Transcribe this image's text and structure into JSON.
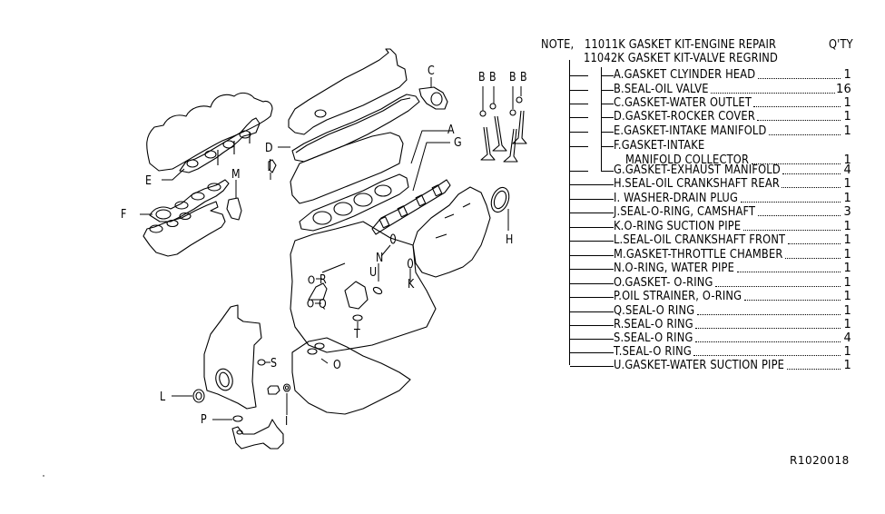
{
  "header": {
    "note_prefix": "NOTE,",
    "kit_main": "11011K GASKET KIT-ENGINE REPAIR",
    "qty_label": "Q'TY",
    "kit_sub": "11042K GASKET KIT-VALVE REGRIND"
  },
  "parts": [
    {
      "key": "A",
      "name": "A.GASKET CLYINDER HEAD",
      "qty": "1",
      "group": "sub"
    },
    {
      "key": "B",
      "name": "B.SEAL-OIL VALVE",
      "qty": "16",
      "group": "sub"
    },
    {
      "key": "C",
      "name": "C.GASKET-WATER OUTLET",
      "qty": "1",
      "group": "sub"
    },
    {
      "key": "D",
      "name": "D.GASKET-ROCKER COVER",
      "qty": "1",
      "group": "sub"
    },
    {
      "key": "E",
      "name": "E.GASKET-INTAKE MANIFOLD",
      "qty": "1",
      "group": "sub"
    },
    {
      "key": "F",
      "name": "F.GASKET-INTAKE",
      "name2": "MANIFOLD COLLECTOR",
      "qty": "1",
      "group": "sub"
    },
    {
      "key": "G",
      "name": "G.GASKET-EXHAUST MANIFOLD",
      "qty": "4",
      "group": "sub"
    },
    {
      "key": "H",
      "name": "H.SEAL-OIL CRANKSHAFT REAR",
      "qty": "1",
      "group": "main"
    },
    {
      "key": "I",
      "name": "I. WASHER-DRAIN PLUG",
      "qty": "1",
      "group": "main"
    },
    {
      "key": "J",
      "name": "J.SEAL-O-RING, CAMSHAFT",
      "qty": "3",
      "group": "main"
    },
    {
      "key": "K",
      "name": "K.O-RING SUCTION PIPE",
      "qty": "1",
      "group": "main"
    },
    {
      "key": "L",
      "name": "L.SEAL-OIL CRANKSHAFT FRONT",
      "qty": "1",
      "group": "main"
    },
    {
      "key": "M",
      "name": "M.GASKET-THROTTLE CHAMBER",
      "qty": "1",
      "group": "main"
    },
    {
      "key": "N",
      "name": "N.O-RING, WATER PIPE",
      "qty": "1",
      "group": "main"
    },
    {
      "key": "O",
      "name": "O.GASKET- O-RING",
      "qty": "1",
      "group": "main"
    },
    {
      "key": "P",
      "name": "P.OIL STRAINER, O-RING",
      "qty": "1",
      "group": "main"
    },
    {
      "key": "Q",
      "name": "Q.SEAL-O RING",
      "qty": "1",
      "group": "main"
    },
    {
      "key": "R",
      "name": "R.SEAL-O RING",
      "qty": "1",
      "group": "main"
    },
    {
      "key": "S",
      "name": "S.SEAL-O RING",
      "qty": "4",
      "group": "main"
    },
    {
      "key": "T",
      "name": "T.SEAL-O RING",
      "qty": "1",
      "group": "main"
    },
    {
      "key": "U",
      "name": "U.GASKET-WATER SUCTION PIPE",
      "qty": "1",
      "group": "main"
    }
  ],
  "callouts": {
    "A": "A",
    "B": "B",
    "C": "C",
    "D": "D",
    "E": "E",
    "F": "F",
    "G": "G",
    "H": "H",
    "I": "I",
    "J": "J",
    "K": "K",
    "L": "L",
    "M": "M",
    "N": "N",
    "O": "O",
    "P": "P",
    "Q": "Q",
    "R": "R",
    "S": "S",
    "T": "T",
    "U": "U"
  },
  "diagram_code": "R1020018"
}
